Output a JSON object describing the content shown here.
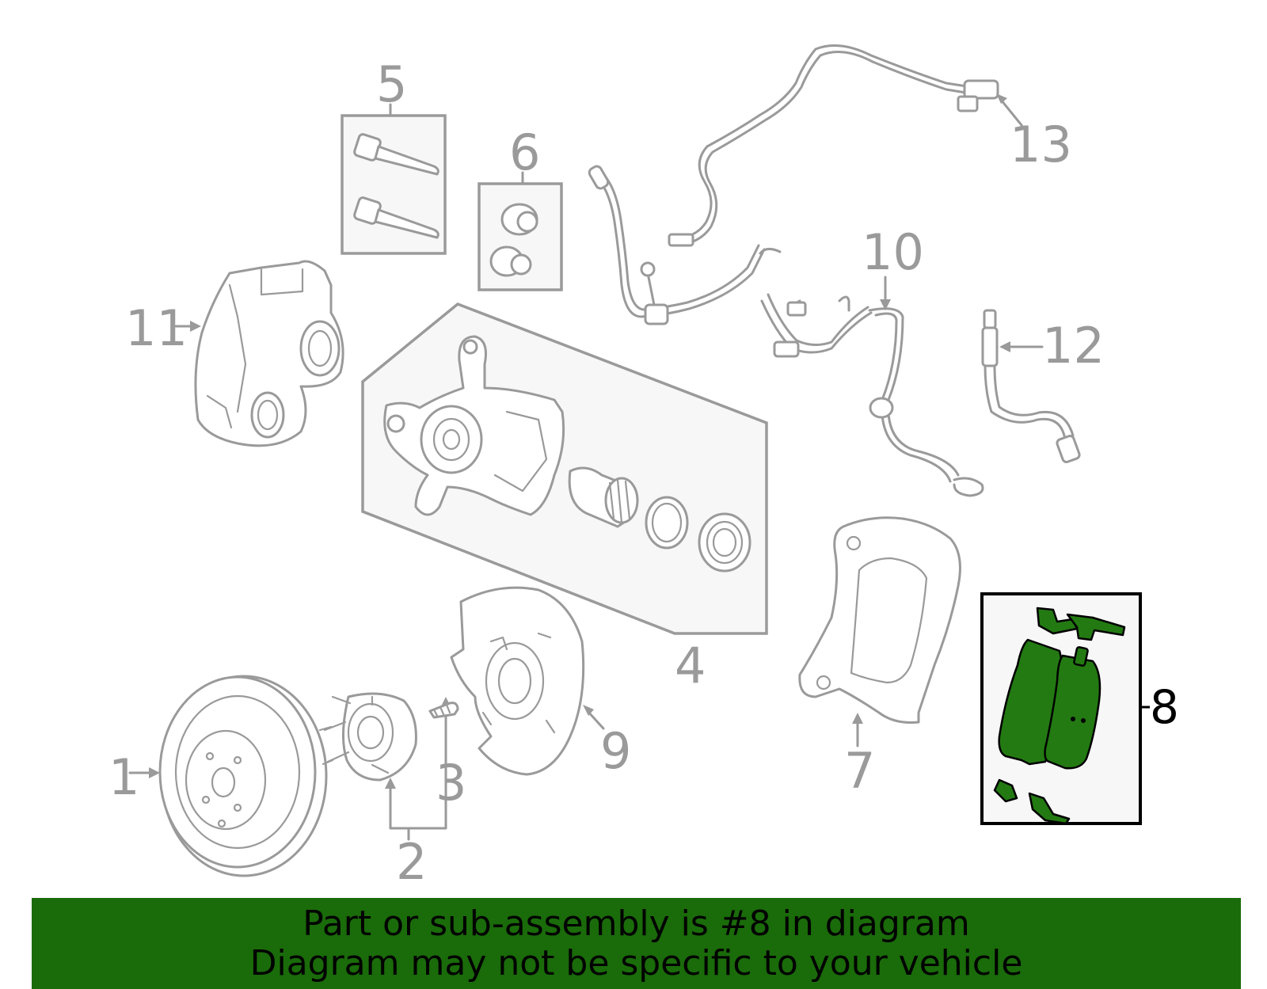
{
  "callouts": {
    "p1": "1",
    "p2": "2",
    "p3": "3",
    "p4": "4",
    "p5": "5",
    "p6": "6",
    "p7": "7",
    "p8": "8",
    "p9": "9",
    "p10": "10",
    "p11": "11",
    "p12": "12",
    "p13": "13"
  },
  "highlighted_part": "8",
  "banner": {
    "line1": "Part or sub-assembly is #8 in diagram",
    "line2": "Diagram may not be specific to your vehicle"
  },
  "colors": {
    "banner_bg": "#1a6b0a",
    "highlight_fill": "#237a12",
    "part_stroke": "#9a9a9a",
    "box_fill": "#f7f7f7"
  }
}
